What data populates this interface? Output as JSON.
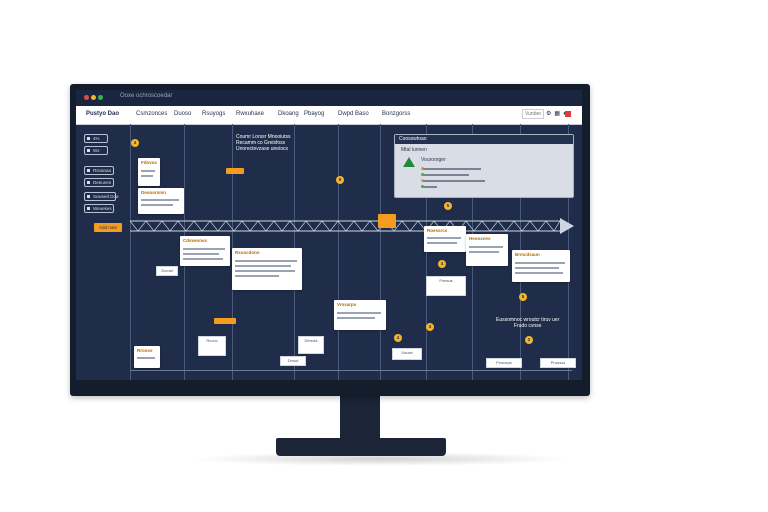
{
  "app": {
    "title": "Ooxe ochroscoedar",
    "window_dots": [
      "#e04b4b",
      "#f5b528",
      "#3ab54a"
    ]
  },
  "menubar": {
    "brand": "Pustyo Dao",
    "items": [
      "Csmzonces",
      "Duoso",
      "Rsuyogs",
      "Rwxuhaxe",
      "Dkoang",
      "Pbayog",
      "Dwpd Baso",
      "Bonzgorss"
    ],
    "search_placeholder": "Vunbesi",
    "icons": [
      "settings-icon",
      "grid-icon",
      "user-icon"
    ]
  },
  "sidebar": {
    "items": [
      "4%",
      "Wx",
      "Rsnanaa",
      "Deeunes",
      "Suwsed Doa",
      "Weuekes"
    ],
    "add_button": "Add note"
  },
  "canvas": {
    "header_text": [
      "Coumr Lorssr Mnooiutss",
      "Recamm co Greisfoss",
      "Unorectevzase uneiocs"
    ],
    "caption": [
      "Eussomnoc wroutcr tiruv uer",
      "Frudo cvnse"
    ],
    "markers": [
      "4",
      "6",
      "5",
      "4",
      "5",
      "3",
      "4",
      "2",
      "2"
    ]
  },
  "dialog": {
    "title": "Coosswtoao",
    "subtitle": "Mtal lunnen",
    "heading": "Vouroorger",
    "status_colors": [
      "#e6a21a",
      "#3ab54a",
      "#e6a21a",
      "#3ab54a"
    ]
  },
  "cards": {
    "c1": "Fdnvoc",
    "c2": "Deooorsmn",
    "c3": "Cdsveonss",
    "c4": "Rxuscdonn",
    "c5": "Vroxarps",
    "c6": "Roessrcs",
    "c7": "Heooxnes",
    "c8": "Brmcdsaun",
    "c9": "Rrooce"
  },
  "labels": [
    "Dcmal",
    "Rvonc",
    "Dfeeda",
    "Dmod",
    "Xuuse",
    "Poesus",
    "Pooueps",
    "Pruusss"
  ]
}
